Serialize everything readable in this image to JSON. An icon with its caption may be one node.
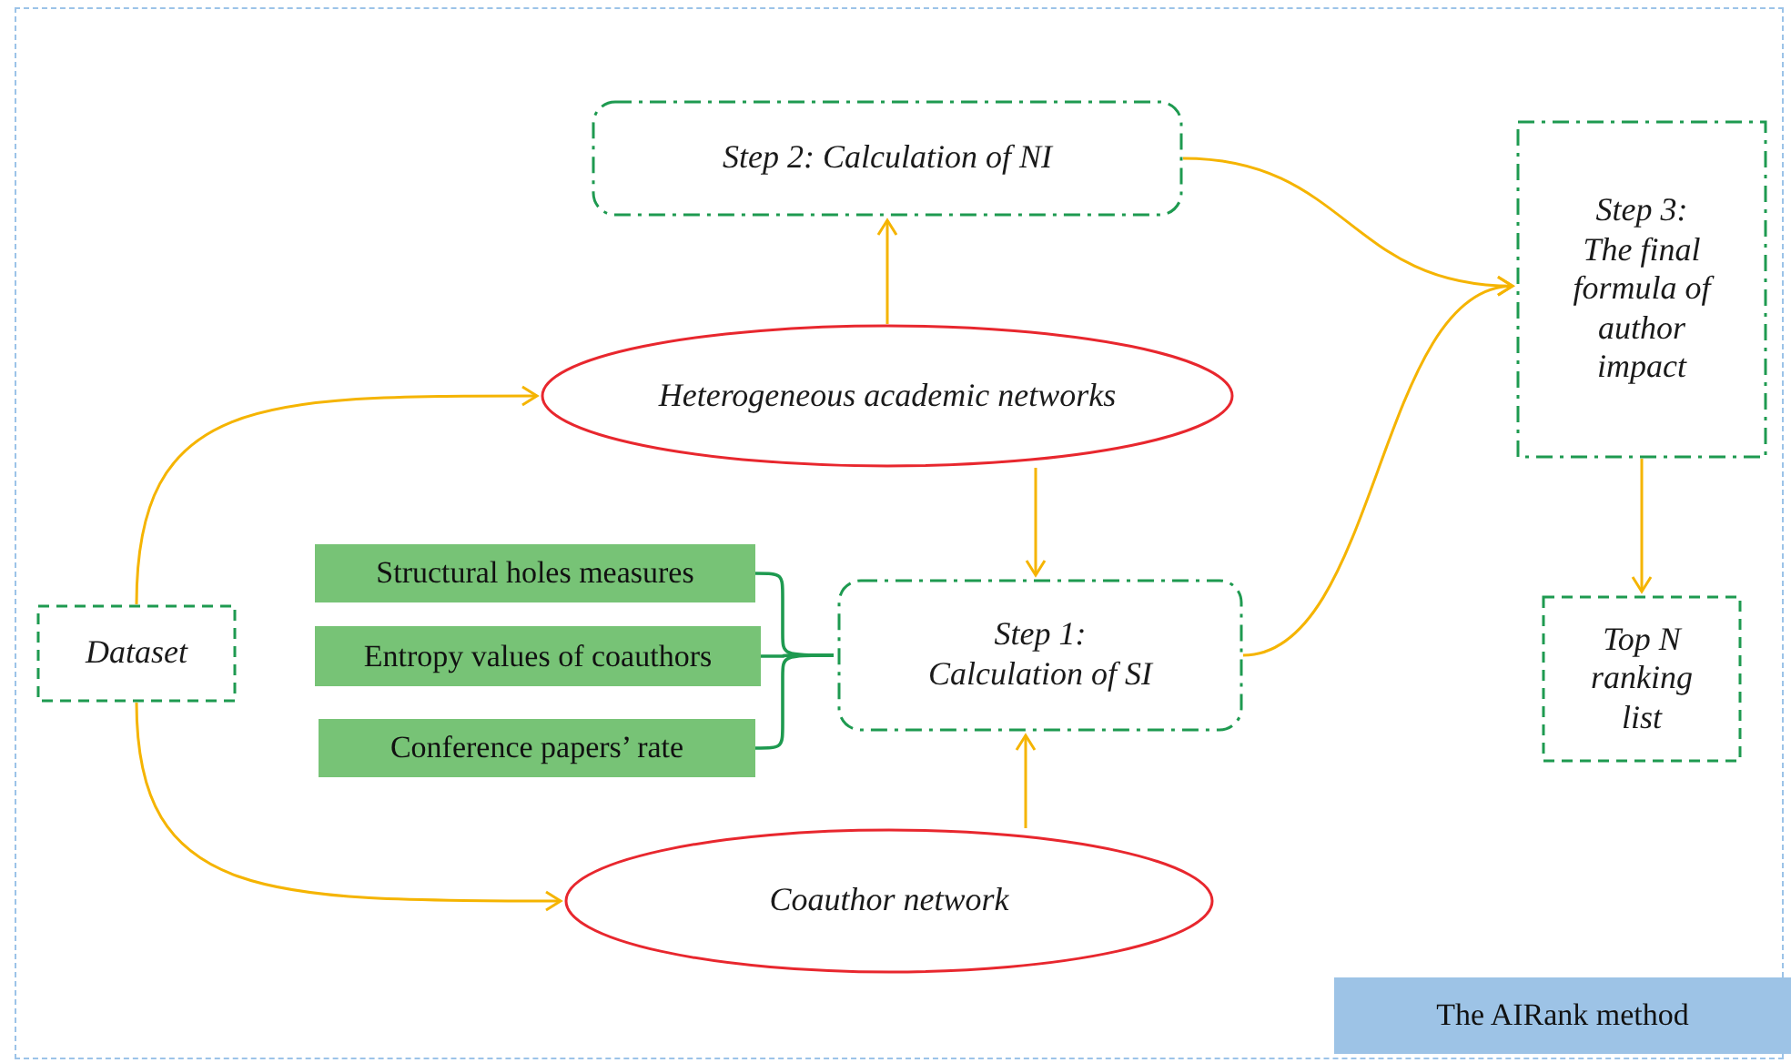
{
  "diagram": {
    "nodes": [
      {
        "text": [
          "Step 2: Calculation of NI"
        ]
      },
      {
        "text": [
          "Step 3:",
          "The final formula of author impact"
        ]
      },
      {
        "text": [
          "Heterogeneous academic networks"
        ]
      },
      {
        "text": [
          "Structural holes measures"
        ]
      },
      {
        "text": [
          "Entropy values of coauthors"
        ]
      },
      {
        "text": [
          "Conference papers’ rate"
        ]
      },
      {
        "text": [
          "Dataset"
        ]
      },
      {
        "text": [
          "Step 1:",
          "Calculation of SI"
        ]
      },
      {
        "text": [
          "Top N ranking list"
        ]
      },
      {
        "text": [
          "Coauthor network"
        ]
      },
      {
        "text": [
          "The AIRank method"
        ]
      }
    ],
    "edges": [
      {
        "from": 6,
        "to": 2,
        "arrow": "to"
      },
      {
        "from": 6,
        "to": 9,
        "arrow": "to"
      },
      {
        "from": 2,
        "to": 0,
        "arrow": "to"
      },
      {
        "from": 2,
        "to": 7,
        "arrow": "to"
      },
      {
        "from": 9,
        "to": 7,
        "arrow": "to"
      },
      {
        "from": 0,
        "to": 1,
        "arrow": "to"
      },
      {
        "from": 7,
        "to": 1,
        "arrow": "to"
      },
      {
        "from": 1,
        "to": 8,
        "arrow": "to"
      },
      {
        "from": 3,
        "to": 7,
        "arrow": "none",
        "color": "#1e9a50"
      },
      {
        "from": 4,
        "to": 7,
        "arrow": "none",
        "color": "#1e9a50"
      },
      {
        "from": 5,
        "to": 7,
        "arrow": "none",
        "color": "#1e9a50"
      }
    ]
  }
}
